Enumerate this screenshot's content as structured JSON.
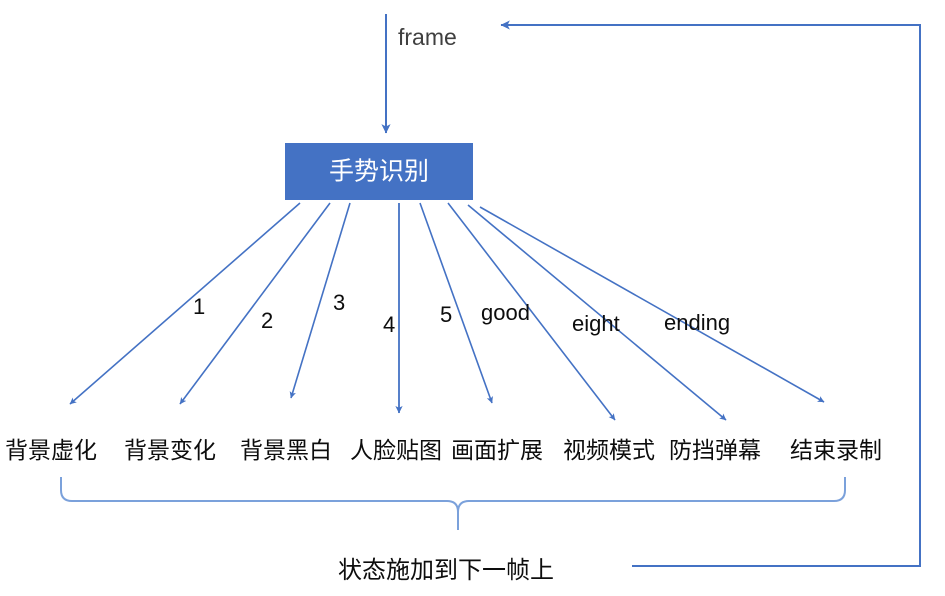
{
  "diagram": {
    "type": "flowchart",
    "title_node": {
      "label": "手势识别",
      "fill": "#4472C4",
      "text_color": "#FFFFFF"
    },
    "input": {
      "label": "frame"
    },
    "edge_labels": [
      "1",
      "2",
      "3",
      "4",
      "5",
      "good",
      "eight",
      "ending"
    ],
    "outputs": [
      "背景虚化",
      "背景变化",
      "背景黑白",
      "人脸贴图",
      "画面扩展",
      "视频模式",
      "防挡弹幕",
      "结束录制"
    ],
    "caption": "状态施加到下一帧上",
    "colors": {
      "accent": "#4472C4",
      "brace": "#7BA1DB",
      "text": "#0D0D0D",
      "frame_text": "#3F3F3F",
      "background": "#FFFFFF"
    }
  }
}
